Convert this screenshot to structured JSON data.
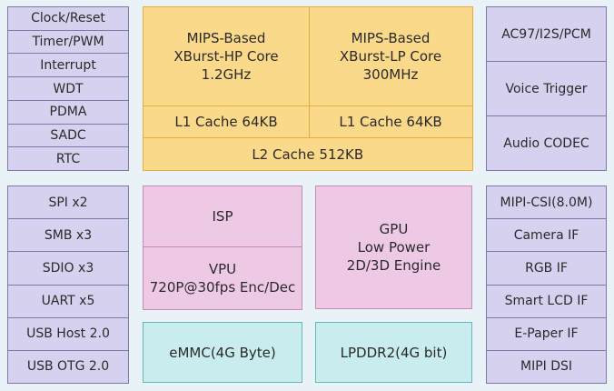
{
  "left_top": [
    "Clock/Reset",
    "Timer/PWM",
    "Interrupt",
    "WDT",
    "PDMA",
    "SADC",
    "RTC"
  ],
  "left_bottom": [
    "SPI x2",
    "SMB x3",
    "SDIO x3",
    "UART x5",
    "USB Host 2.0",
    "USB OTG 2.0"
  ],
  "right_top": [
    "AC97/I2S/PCM",
    "Voice Trigger",
    "Audio CODEC"
  ],
  "right_bottom": [
    "MIPI-CSI(8.0M)",
    "Camera IF",
    "RGB IF",
    "Smart LCD IF",
    "E-Paper IF",
    "MIPI DSI"
  ],
  "cpu": {
    "hp_core": "MIPS-Based\nXBurst-HP Core\n1.2GHz",
    "lp_core": "MIPS-Based\nXBurst-LP Core\n300MHz",
    "hp_l1": "L1 Cache 64KB",
    "lp_l1": "L1 Cache 64KB",
    "l2": "L2 Cache 512KB"
  },
  "media": {
    "isp": "ISP",
    "vpu": "VPU\n720P@30fps  Enc/Dec",
    "gpu": "GPU\nLow Power\n2D/3D Engine"
  },
  "memory": {
    "emmc": "eMMC(4G Byte)",
    "lpddr": "LPDDR2(4G bit)"
  },
  "colors": {
    "peripheral": "#d6d1ee",
    "cpu": "#fbd98a",
    "media": "#eec9e6",
    "memory": "#c9ecee"
  }
}
